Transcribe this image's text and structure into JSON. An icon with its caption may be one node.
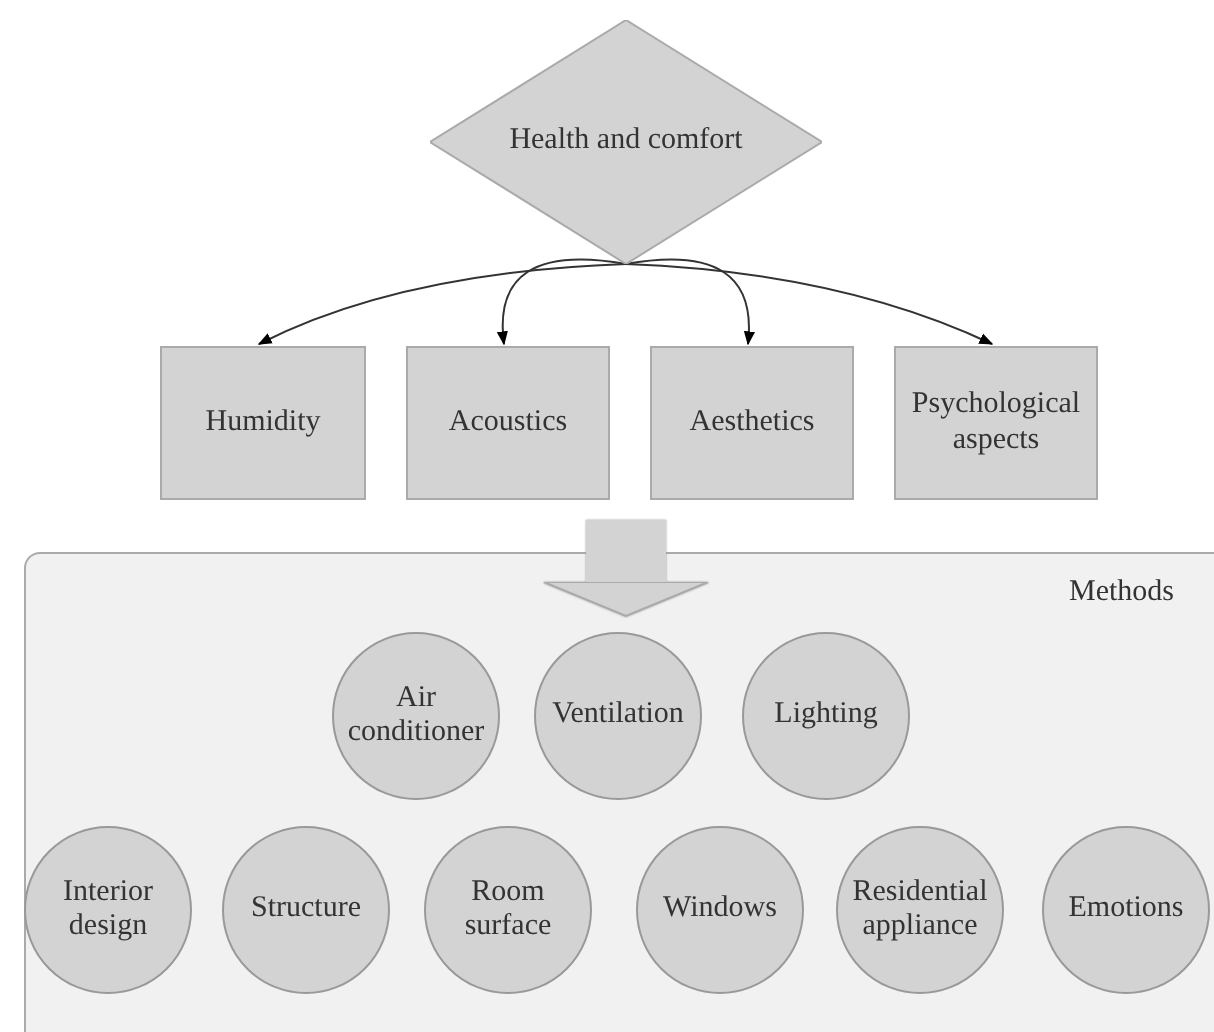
{
  "diagram": {
    "nodes": [
      {
        "text": [
          "Health and comfort"
        ]
      },
      {
        "text": [
          "Humidity"
        ]
      },
      {
        "text": [
          "Acoustics"
        ]
      },
      {
        "text": [
          "Aesthetics"
        ]
      },
      {
        "text": [
          "Psychological aspects"
        ]
      },
      {
        "text": [
          "Methods"
        ]
      },
      {
        "text": [
          "Air conditioner"
        ],
        "in": 5
      },
      {
        "text": [
          "Ventilation"
        ],
        "in": 5
      },
      {
        "text": [
          "Lighting"
        ],
        "in": 5
      },
      {
        "text": [
          "Interior design"
        ],
        "in": 5
      },
      {
        "text": [
          "Structure"
        ],
        "in": 5
      },
      {
        "text": [
          "Room surface"
        ],
        "in": 5
      },
      {
        "text": [
          "Windows"
        ],
        "in": 5
      },
      {
        "text": [
          "Residential appliance"
        ],
        "in": 5
      },
      {
        "text": [
          "Emotions"
        ],
        "in": 5
      }
    ],
    "edges": [
      {
        "from": 0,
        "to": 1,
        "arrow": "to"
      },
      {
        "from": 0,
        "to": 2,
        "arrow": "to"
      },
      {
        "from": 0,
        "to": 3,
        "arrow": "to"
      },
      {
        "from": 0,
        "to": 4,
        "arrow": "to"
      },
      {
        "from": null,
        "to": 5,
        "arrow": "to",
        "style": "thick",
        "color": "#d3d3d3"
      }
    ]
  }
}
